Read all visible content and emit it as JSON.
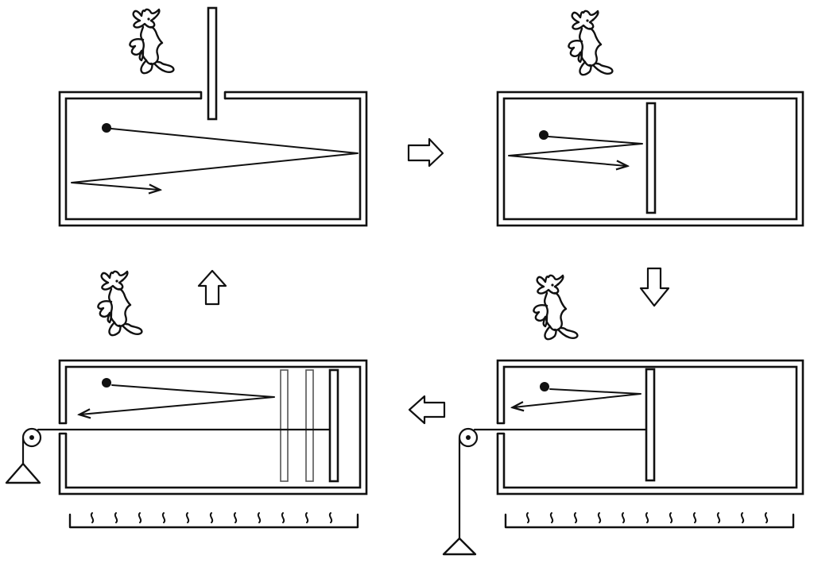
{
  "figure": {
    "panels": [
      {
        "id": "panel-1",
        "stage": "initial",
        "partition": "removable-vertical-rod",
        "heat_bath": false,
        "weight": false
      },
      {
        "id": "panel-2",
        "stage": "partition-inserted",
        "partition": "piston",
        "heat_bath": false,
        "weight": false
      },
      {
        "id": "panel-3",
        "stage": "isothermal-expansion",
        "partition": "piston",
        "heat_bath": true,
        "weight": true
      },
      {
        "id": "panel-4",
        "stage": "expanded",
        "partition": "piston-positions",
        "heat_bath": true,
        "weight": true
      }
    ],
    "flow": [
      "panel-1",
      "panel-2",
      "panel-3",
      "panel-4",
      "panel-1"
    ],
    "arrows": [
      "right",
      "down",
      "left",
      "up"
    ],
    "colors": {
      "ink": "#111111",
      "paper": "#ffffff",
      "ghost": "#555555"
    }
  }
}
